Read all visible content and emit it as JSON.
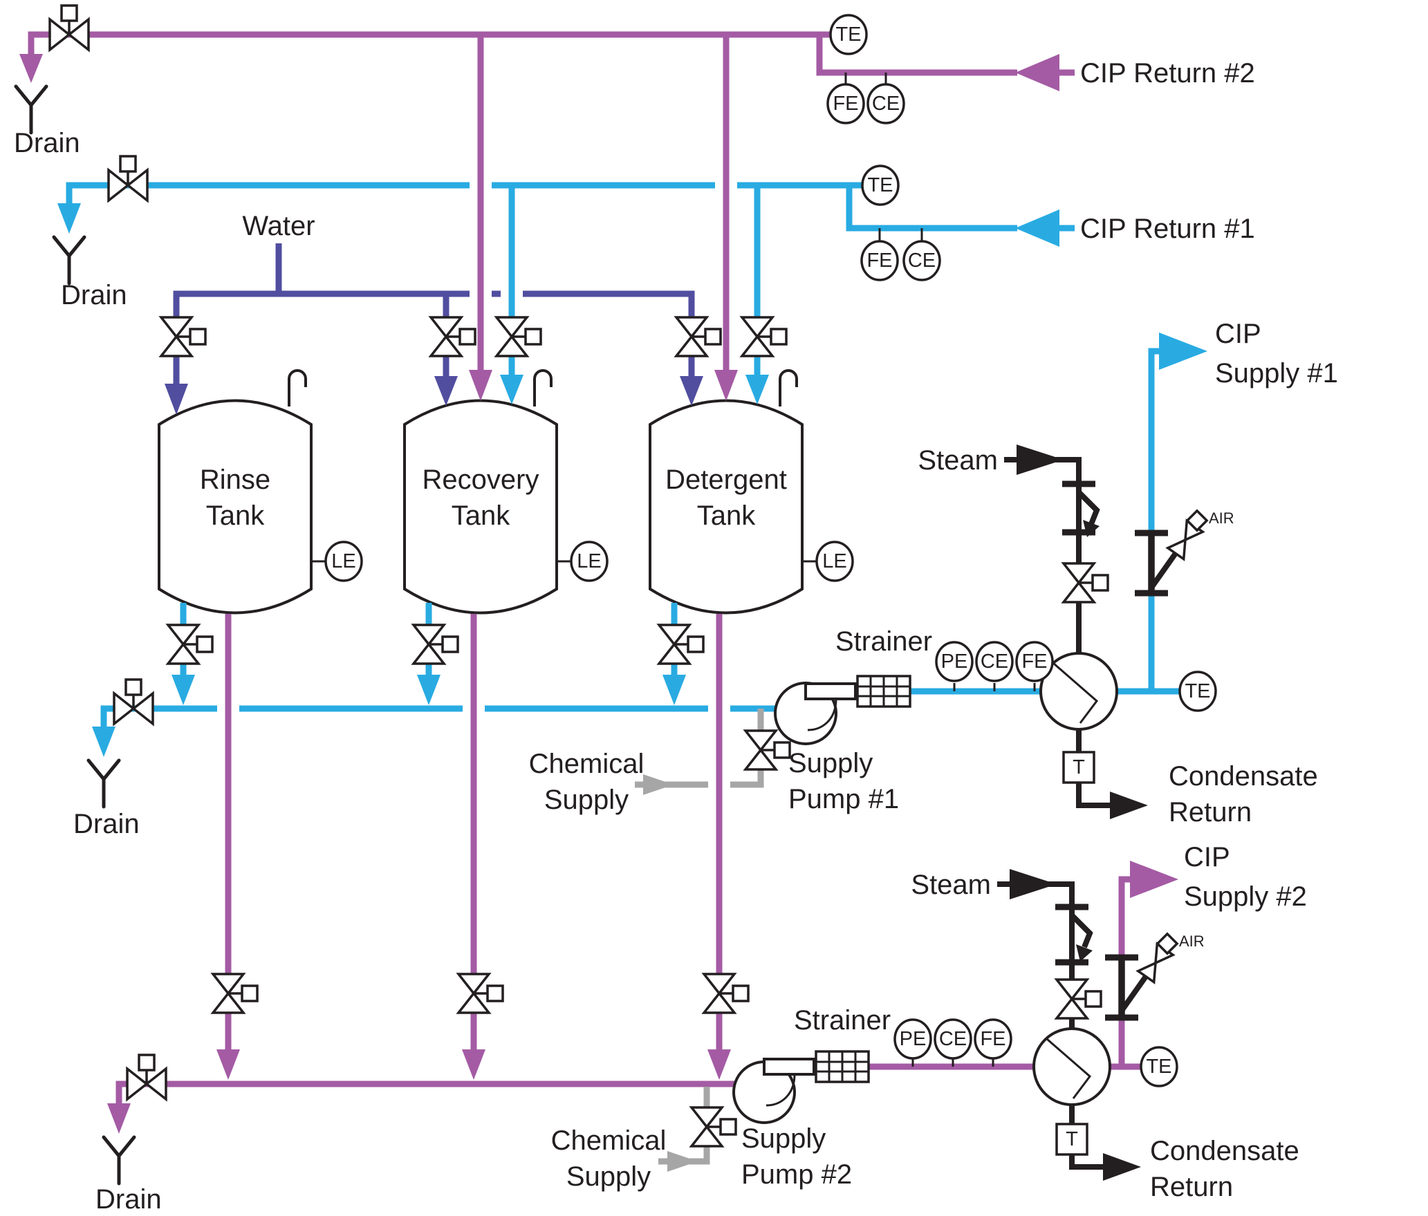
{
  "colors": {
    "purple": "#A45BA4",
    "blue": "#29ABE2",
    "water": "#514EA0",
    "gray": "#A6A6A6",
    "black": "#231F20"
  },
  "tanks": [
    {
      "name_line1": "Rinse",
      "name_line2": "Tank",
      "level_instrument": "LE"
    },
    {
      "name_line1": "Recovery",
      "name_line2": "Tank",
      "level_instrument": "LE"
    },
    {
      "name_line1": "Detergent",
      "name_line2": "Tank",
      "level_instrument": "LE"
    }
  ],
  "labels": {
    "water": "Water",
    "cip_return_2": "CIP Return #2",
    "cip_return_1": "CIP Return #1",
    "cip_supply_1": [
      "CIP",
      "Supply #1"
    ],
    "cip_supply_2": [
      "CIP",
      "Supply #2"
    ],
    "steam_1": "Steam",
    "steam_2": "Steam",
    "condensate_1": [
      "Condensate",
      "Return"
    ],
    "condensate_2": [
      "Condensate",
      "Return"
    ],
    "chemical_1": [
      "Chemical",
      "Supply"
    ],
    "chemical_2": [
      "Chemical",
      "Supply"
    ],
    "drain_top": "Drain",
    "drain_cip1": "Drain",
    "drain_middle": "Drain",
    "drain_bottom": "Drain",
    "strainer_1": "Strainer",
    "strainer_2": "Strainer",
    "pump_1": [
      "Supply",
      "Pump #1"
    ],
    "pump_2": [
      "Supply",
      "Pump #2"
    ],
    "air_1": "AIR",
    "air_2": "AIR"
  },
  "instruments": {
    "return2": {
      "te": "TE",
      "fe": "FE",
      "ce": "CE"
    },
    "return1": {
      "te": "TE",
      "fe": "FE",
      "ce": "CE"
    },
    "levels": [
      "LE",
      "LE",
      "LE"
    ],
    "supply1": {
      "pe": "PE",
      "ce": "CE",
      "fe": "FE",
      "te": "TE",
      "trap": "T"
    },
    "supply2": {
      "pe": "PE",
      "ce": "CE",
      "fe": "FE",
      "te": "TE",
      "trap": "T"
    }
  }
}
